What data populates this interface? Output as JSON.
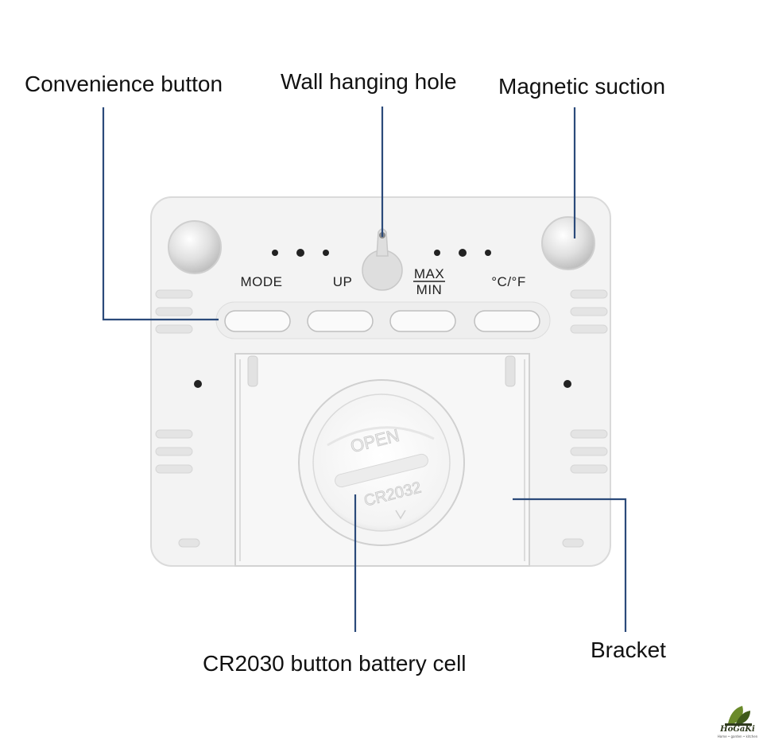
{
  "callouts": {
    "convenience_button": "Convenience button",
    "wall_hanging_hole": "Wall hanging hole",
    "magnetic_suction": "Magnetic suction",
    "battery_cell": "CR2030 button battery cell",
    "bracket": "Bracket"
  },
  "device": {
    "buttons": [
      "MODE",
      "UP",
      "MAX",
      "MIN",
      "°C/°F"
    ],
    "cover_text_open": "OPEN",
    "cover_text_model": "CR2032"
  },
  "logo": {
    "name": "HoGaKi",
    "tagline": "Home • garden • kitchen"
  },
  "colors": {
    "leader_line": "#2b4a7a",
    "body": "#f2f2f2",
    "magnet": "#dcdcdc"
  }
}
